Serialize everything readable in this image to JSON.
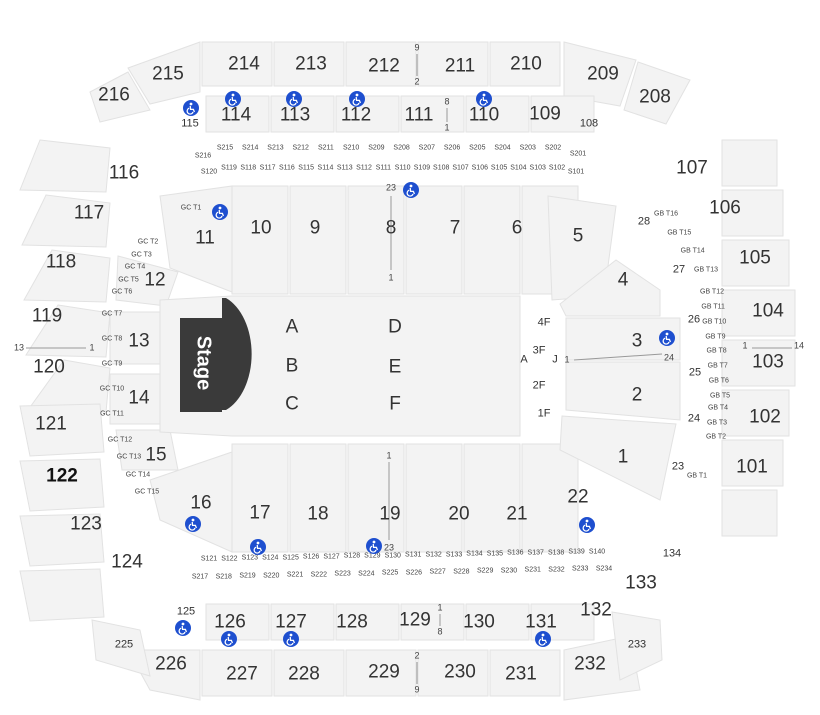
{
  "stage_label": "Stage",
  "accent_color": "#1e4fcf",
  "stage_color": "#3a3a3a",
  "icon": "wheelchair-icon",
  "sections": [
    {
      "t": "214",
      "c": "big"
    },
    {
      "t": "213",
      "c": "big"
    },
    {
      "t": "212",
      "c": "big"
    },
    {
      "t": "211",
      "c": "big"
    },
    {
      "t": "210",
      "c": "big"
    },
    {
      "t": "215",
      "c": "big"
    },
    {
      "t": "209",
      "c": "big"
    },
    {
      "t": "216",
      "c": "big"
    },
    {
      "t": "208",
      "c": "big"
    },
    {
      "t": "114",
      "c": "big"
    },
    {
      "t": "113",
      "c": "big"
    },
    {
      "t": "112",
      "c": "big"
    },
    {
      "t": "111",
      "c": "big"
    },
    {
      "t": "110",
      "c": "big"
    },
    {
      "t": "109",
      "c": "big"
    },
    {
      "t": "115",
      "c": "sm"
    },
    {
      "t": "108",
      "c": "sm"
    },
    {
      "t": "116",
      "c": "big"
    },
    {
      "t": "117",
      "c": "big"
    },
    {
      "t": "118",
      "c": "big"
    },
    {
      "t": "119",
      "c": "big"
    },
    {
      "t": "120",
      "c": "big"
    },
    {
      "t": "121",
      "c": "big"
    },
    {
      "t": "122",
      "c": "bold"
    },
    {
      "t": "123",
      "c": "big"
    },
    {
      "t": "124",
      "c": "big"
    },
    {
      "t": "107",
      "c": "big"
    },
    {
      "t": "106",
      "c": "big"
    },
    {
      "t": "105",
      "c": "big"
    },
    {
      "t": "104",
      "c": "big"
    },
    {
      "t": "103",
      "c": "big"
    },
    {
      "t": "102",
      "c": "big"
    },
    {
      "t": "101",
      "c": "big"
    },
    {
      "t": "10",
      "c": "big"
    },
    {
      "t": "9",
      "c": "big"
    },
    {
      "t": "8",
      "c": "big"
    },
    {
      "t": "7",
      "c": "big"
    },
    {
      "t": "6",
      "c": "big"
    },
    {
      "t": "5",
      "c": "big"
    },
    {
      "t": "4",
      "c": "big"
    },
    {
      "t": "3",
      "c": "big"
    },
    {
      "t": "2",
      "c": "big"
    },
    {
      "t": "1",
      "c": "big"
    },
    {
      "t": "11",
      "c": "big"
    },
    {
      "t": "12",
      "c": "big"
    },
    {
      "t": "13",
      "c": "big"
    },
    {
      "t": "14",
      "c": "big"
    },
    {
      "t": "15",
      "c": "big"
    },
    {
      "t": "16",
      "c": "big"
    },
    {
      "t": "17",
      "c": "big"
    },
    {
      "t": "18",
      "c": "big"
    },
    {
      "t": "19",
      "c": "big"
    },
    {
      "t": "20",
      "c": "big"
    },
    {
      "t": "21",
      "c": "big"
    },
    {
      "t": "22",
      "c": "big"
    },
    {
      "t": "A",
      "c": "big"
    },
    {
      "t": "B",
      "c": "big"
    },
    {
      "t": "C",
      "c": "big"
    },
    {
      "t": "D",
      "c": "big"
    },
    {
      "t": "E",
      "c": "big"
    },
    {
      "t": "F",
      "c": "big"
    },
    {
      "t": "4F",
      "c": "sm"
    },
    {
      "t": "3F",
      "c": "sm"
    },
    {
      "t": "2F",
      "c": "sm"
    },
    {
      "t": "1F",
      "c": "sm"
    },
    {
      "t": "A",
      "c": "sm"
    },
    {
      "t": "J",
      "c": "sm"
    },
    {
      "t": "28",
      "c": "sm"
    },
    {
      "t": "27",
      "c": "sm"
    },
    {
      "t": "26",
      "c": "sm"
    },
    {
      "t": "25",
      "c": "sm"
    },
    {
      "t": "24",
      "c": "sm"
    },
    {
      "t": "23",
      "c": "sm"
    },
    {
      "t": "125",
      "c": "sm"
    },
    {
      "t": "126",
      "c": "big"
    },
    {
      "t": "127",
      "c": "big"
    },
    {
      "t": "128",
      "c": "big"
    },
    {
      "t": "129",
      "c": "big"
    },
    {
      "t": "130",
      "c": "big"
    },
    {
      "t": "131",
      "c": "big"
    },
    {
      "t": "132",
      "c": "big"
    },
    {
      "t": "133",
      "c": "big"
    },
    {
      "t": "134",
      "c": "sm"
    },
    {
      "t": "225",
      "c": "sm"
    },
    {
      "t": "226",
      "c": "big"
    },
    {
      "t": "227",
      "c": "big"
    },
    {
      "t": "228",
      "c": "big"
    },
    {
      "t": "229",
      "c": "big"
    },
    {
      "t": "230",
      "c": "big"
    },
    {
      "t": "231",
      "c": "big"
    },
    {
      "t": "232",
      "c": "big"
    },
    {
      "t": "233",
      "c": "sm"
    }
  ],
  "suites_top_1": [
    "S215",
    "S214",
    "S213",
    "S212",
    "S211",
    "S210",
    "S209",
    "S208",
    "S207",
    "S206",
    "S205",
    "S204",
    "S203",
    "S202"
  ],
  "suites_top_2": [
    "S119",
    "S118",
    "S117",
    "S116",
    "S115",
    "S114",
    "S113",
    "S112",
    "S111",
    "S110",
    "S109",
    "S108",
    "S107",
    "S106",
    "S105",
    "S104",
    "S103",
    "S102"
  ],
  "suites_top_ends": [
    "S216",
    "S201",
    "S120",
    "S101"
  ],
  "suites_bottom_1": [
    "S121",
    "S122",
    "S123",
    "S124",
    "S125",
    "S126",
    "S127",
    "S128",
    "S129",
    "S130",
    "S131",
    "S132",
    "S133",
    "S134",
    "S135",
    "S136",
    "S137",
    "S138",
    "S139",
    "S140"
  ],
  "suites_bottom_2": [
    "S217",
    "S218",
    "S219",
    "S220",
    "S221",
    "S222",
    "S223",
    "S224",
    "S225",
    "S226",
    "S227",
    "S228",
    "S229",
    "S230",
    "S231",
    "S232",
    "S233",
    "S234"
  ],
  "gc_tables": [
    "GC T1",
    "GC T2",
    "GC T3",
    "GC T4",
    "GC T5",
    "GC T6",
    "GC T7",
    "GC T8",
    "GC T9",
    "GC T10",
    "GC T11",
    "GC T12",
    "GC T13",
    "GC T14",
    "GC T15"
  ],
  "gb_tables": [
    "GB T16",
    "GB T15",
    "GB T14",
    "GB T13",
    "GB T12",
    "GB T11",
    "GB T10",
    "GB T9",
    "GB T8",
    "GB T7",
    "GB T6",
    "GB T5",
    "GB T4",
    "GB T3",
    "GB T2",
    "GB T1"
  ],
  "row_ranges": [
    "9",
    "2",
    "8",
    "1",
    "23",
    "1",
    "13",
    "1",
    "1",
    "14",
    "1",
    "24",
    "1",
    "23",
    "1",
    "8",
    "2",
    "9"
  ]
}
